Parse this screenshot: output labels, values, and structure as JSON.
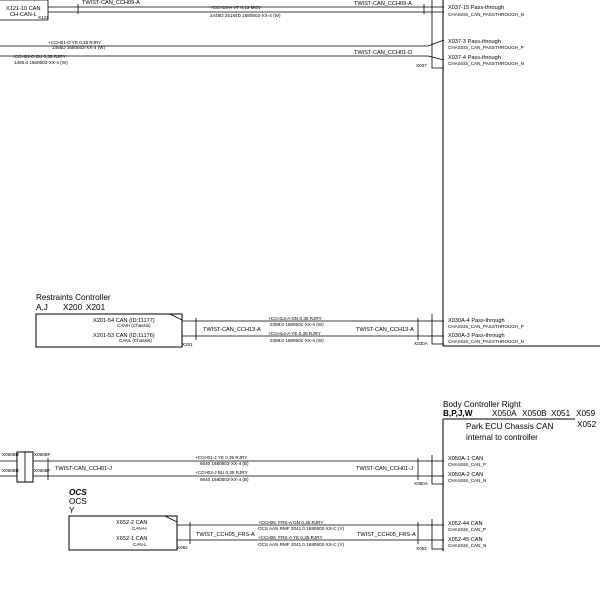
{
  "top_section": {
    "left_conn_a_1": "X121-10 CAN",
    "left_conn_a_2": "CH-CAN-L",
    "left_conn_a_pin": "X121",
    "twist_a_left": "TWIST-CAN_CCH09-A",
    "twist_a_right": "TWIST-CAN_CCH09-A",
    "wire_a_1": "+CCH10-A   VT   0,13   MOV",
    "wire_a_2": "2445D   25164D   1680502-XX-4 (W)",
    "wire_d_1": "+CCH01-D   YE   0,35   RJRY",
    "wire_d_2": "1465D   1680503-XX-4 (W)",
    "wire_d2_1": "+CCH02-D   BU   0,35   RJRY",
    "wire_d2_2": "1465.0   1680503-XX-4 (W)",
    "twist_d_right": "TWIST-CAN_CCH01-D",
    "right_pin_label": "X037",
    "right_pins": [
      {
        "l1": "X037-15 Pass-through",
        "l2": "CHASSIS_CAN_PASSTHROUGH_N"
      },
      {
        "l1": "X037-3 Pass-through",
        "l2": "CHASSIS_CAN_PASSTHROUGH_P"
      },
      {
        "l1": "X037-4 Pass-through",
        "l2": "CHASSIS_CAN_PASSTHROUGH_N"
      }
    ]
  },
  "restraints": {
    "title": "Restraints Controller",
    "codes": "A,J",
    "conn1": "X200",
    "conn2": "X201",
    "pin1_1": "X201-54 CAN (ID:11177)",
    "pin1_2": "CANH (Chassis)",
    "pin2_1": "X201-53 CAN (ID:11176)",
    "pin2_2": "CANL (Chassis)",
    "pin_label": "X201",
    "twist_left": "TWIST-CAN_CCH13-A",
    "twist_right": "TWIST-CAN_CCH13-A",
    "wire1_1": "+CCH13-A   GN   0,35   RJRY",
    "wire1_2": "2359.0   1680501-XX-4 (W)",
    "wire2_1": "+CCH14-A   YE   0,35   RJRY",
    "wire2_2": "2359.0   1680501-XX-4 (W)",
    "right_pin_label": "X030A",
    "right_pins": [
      {
        "l1": "X030A-4 Pass-through",
        "l2": "CHASSIS_CAN_PASSTHROUGH_P"
      },
      {
        "l1": "X030A-3 Pass-through",
        "l2": "CHASSIS_CAN_PASSTHROUGH_N"
      }
    ]
  },
  "body_controller": {
    "title": "Body Controller Right",
    "codes": "B,P,J,W",
    "conns": [
      "X050A",
      "X050B",
      "X051",
      "X059",
      "X052"
    ],
    "inner_1": "Park ECU Chassis CAN",
    "inner_2": "internal to controller",
    "pins_a": [
      {
        "l1": "X050A-1 CAN",
        "l2": "CHASSIS_CAN_P"
      },
      {
        "l1": "X050A-2 CAN",
        "l2": "CHASSIS_CAN_N"
      }
    ],
    "pins_b": [
      {
        "l1": "X052-44 CAN",
        "l2": "CHASSIS_CAN_P"
      },
      {
        "l1": "X052-45 CAN",
        "l2": "CHASSIS_CAN_N"
      }
    ],
    "pin_label_a": "X050A",
    "pin_label_b": "X052"
  },
  "bottom_left": {
    "conn_labels": [
      "X060BB",
      "X060BF",
      "X060BB",
      "X060BF"
    ],
    "twist_left": "TWIST-CAN_CCH01-J",
    "twist_right": "TWIST-CAN_CCH01-J",
    "wire1_1": "+CCH01-J   YE   0,35   RJRY",
    "wire1_2": "6640   1680503-XX-4 (B)",
    "wire2_1": "+CCH02-J   BU   0,35   RJRY",
    "wire2_2": "6640   1680503-XX-4 (B)"
  },
  "ocs": {
    "title": "OCS",
    "sub": "OCS",
    "code": "Y",
    "pin1_1": "X652-2 CAN",
    "pin1_2": "CAN-H",
    "pin2_1": "X652-1 CAN",
    "pin2_2": "CAN-L",
    "pin_label": "X652",
    "twist_left": "TWIST_CCH05_FRS-A",
    "twist_right": "TWIST_CCH05_FRS-A",
    "wire1_1": "+CCH05_FRS-A   GN   0,35   RJRY",
    "wire1_2": "OCS AAN RMF   2041.0   1680502-XX-C (Y)",
    "wire2_1": "+CCH06_FRS-A   YE   0,35   RJRY",
    "wire2_2": "OCS AAN RMF   2041.0   1680502-XX-C (Y)"
  }
}
